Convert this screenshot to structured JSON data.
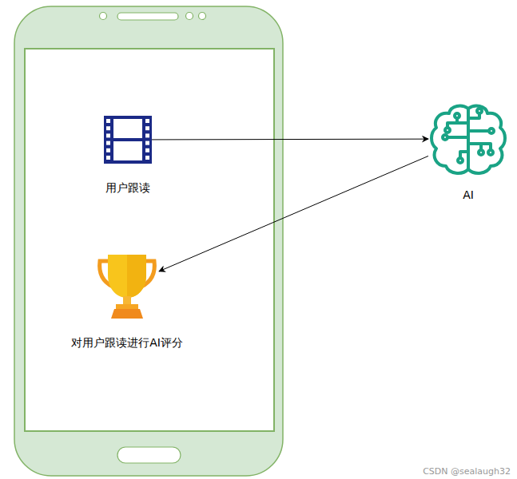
{
  "diagram": {
    "nodes": [
      {
        "text": [
          "用户跟读"
        ]
      },
      {
        "text": [
          "AI"
        ]
      },
      {
        "text": [
          "对用户跟读进行AI评分"
        ]
      }
    ],
    "edges": [
      {
        "from": 0,
        "to": 1,
        "arrow": "to"
      },
      {
        "from": 1,
        "to": 2,
        "arrow": "to"
      }
    ],
    "labels": [
      "CSDN @sealaugh32"
    ]
  }
}
